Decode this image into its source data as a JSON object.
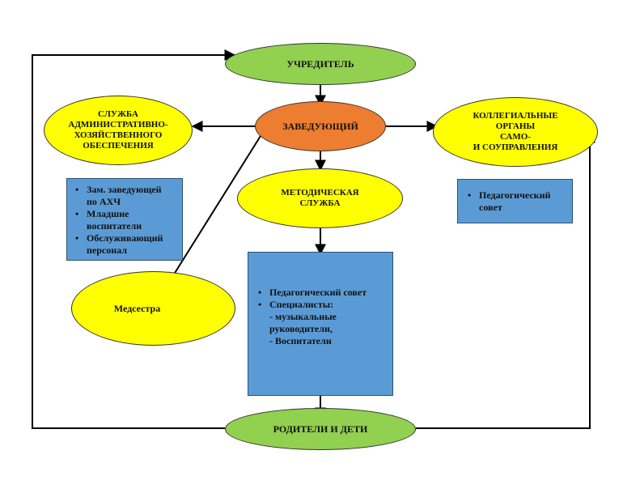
{
  "nodes": {
    "founder": "УЧРЕДИТЕЛЬ",
    "head": "ЗАВЕДУЮЩИЙ",
    "admin_service": "СЛУЖБА\nАДМИНИСТРАТИВНО-\nХОЗЯЙСТВЕННОГО\nОБЕСПЕЧЕНИЯ",
    "collegial": "КОЛЛЕГИАЛЬНЫЕ\nОРГАНЫ\nСАМО-\nИ СОУПРАВЛЕНИЯ",
    "methodical": "МЕТОДИЧЕСКАЯ\nСЛУЖБА",
    "nurse": "Медсестра",
    "parents": "РОДИТЕЛИ И ДЕТИ"
  },
  "admin_staff": [
    "Зам. заведующей\nпо АХЧ",
    "Младшие\nвоспитатели",
    "Обслуживающий\nперсонал"
  ],
  "collegial_items": [
    "Педагогический\nсовет"
  ],
  "methodical_items": [
    "Педагогический совет",
    "Специалисты:"
  ],
  "methodical_subitems": [
    "- музыкальные\nруководители,",
    "- Воспитатели"
  ],
  "bullet": "•",
  "colors": {
    "green": "#92d050",
    "yellow": "#ffff00",
    "orange": "#ed7d31",
    "blue": "#5b9bd5",
    "line": "#000000"
  }
}
